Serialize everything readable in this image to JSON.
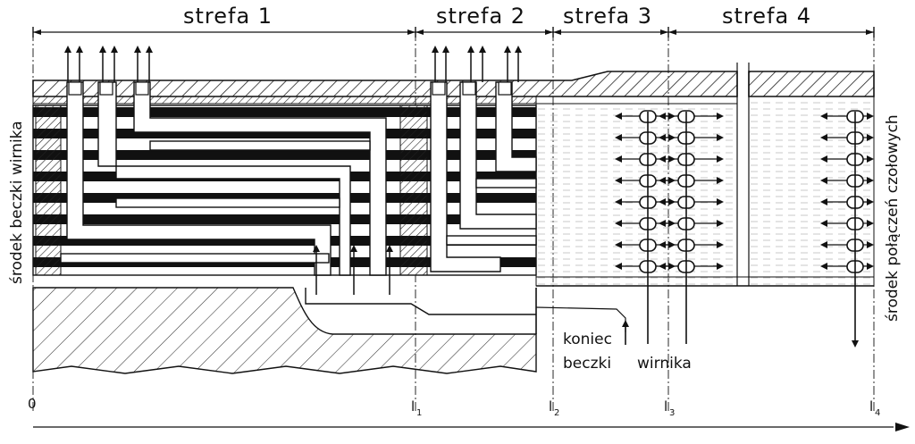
{
  "zones": [
    "strefa 1",
    "strefa 2",
    "strefa 3",
    "strefa 4"
  ],
  "side_labels": {
    "left": "środek beczki wirnika",
    "right": "środek połączeń czołowych"
  },
  "annotation": {
    "line1": "koniec",
    "line2": "beczki",
    "line3": "wirnika"
  },
  "axis": {
    "origin": "0",
    "ticks": [
      {
        "main": "l",
        "sub": "1"
      },
      {
        "main": "l",
        "sub": "2"
      },
      {
        "main": "l",
        "sub": "3"
      },
      {
        "main": "l",
        "sub": "4"
      }
    ]
  }
}
